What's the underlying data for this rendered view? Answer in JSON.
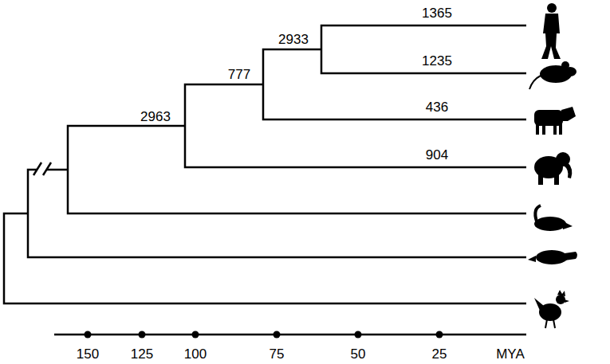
{
  "diagram": {
    "labels": [
      "2963",
      "777",
      "2933",
      "1365",
      "1235",
      "436",
      "904",
      "150",
      "125",
      "100",
      "75",
      "50",
      "25",
      "MYA"
    ]
  }
}
